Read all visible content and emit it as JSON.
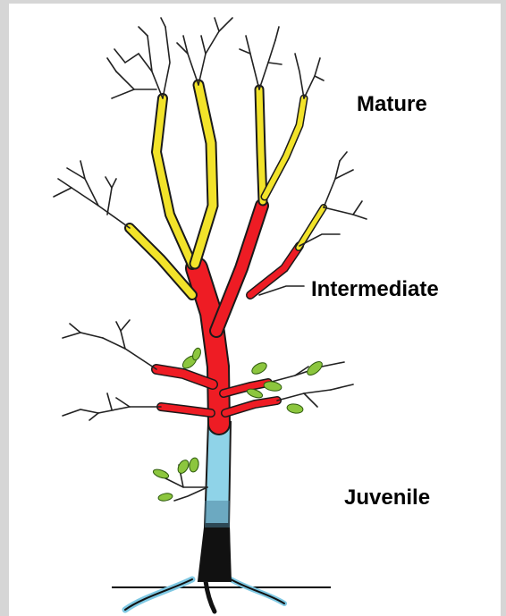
{
  "labels": {
    "mature": "Mature",
    "intermediate": "Intermediate",
    "juvenile": "Juvenile"
  },
  "colors": {
    "mature": "#f2e32a",
    "intermediate": "#ee1c24",
    "juvenile_trunk": "#8fd3e8",
    "base": "#111111",
    "leaf": "#8cc63e",
    "twig": "#222222",
    "ground": "#000000"
  },
  "icons": [
    "tree-illustration",
    "leaf-icon"
  ]
}
